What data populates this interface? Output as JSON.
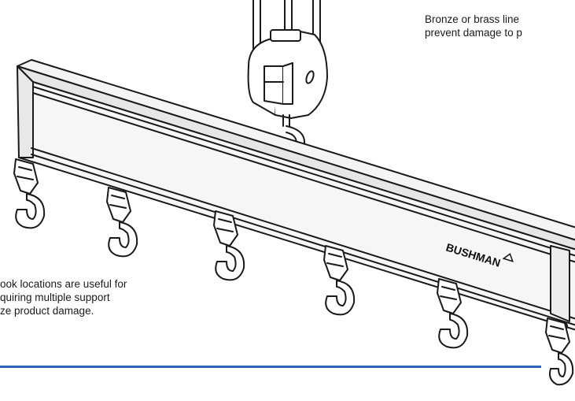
{
  "captions": {
    "top_line1": "Bronze or brass line",
    "top_line2": "prevent damage to p",
    "bottom_line1": "ook locations are useful for",
    "bottom_line2": "quiring multiple support",
    "bottom_line3": "ze product damage."
  },
  "logo": {
    "text": "BUSHMAN"
  },
  "colors": {
    "line": "#1a1a1a",
    "beam_fill": "#f2f2f2",
    "rule": "#2a64b8"
  },
  "hooks": {
    "count": 6
  }
}
